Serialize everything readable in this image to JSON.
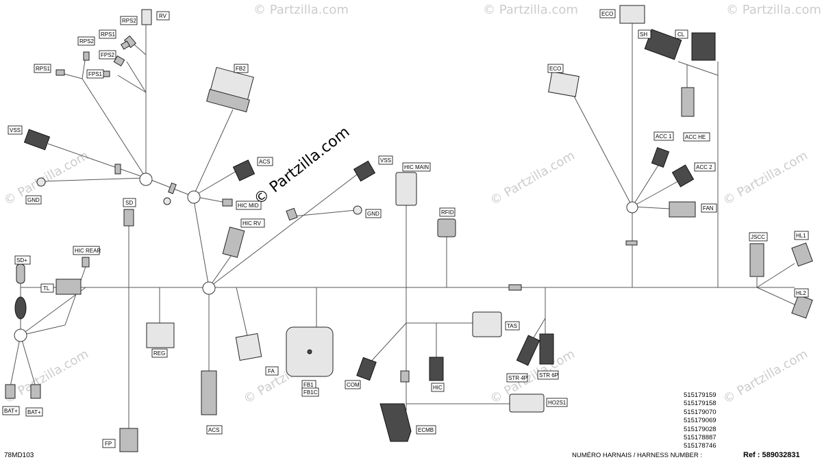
{
  "watermark": {
    "main": "© Partzilla.com",
    "repeat": "© Partzilla.com"
  },
  "labels": {
    "rv": "RV",
    "rps2_top": "RPS2",
    "rps1_top": "RPS1",
    "rps2_left": "RPS2",
    "fps2": "FPS2",
    "rps1_left": "RPS1",
    "fps1": "FPS1",
    "fb2": "FB2",
    "vss_left": "VSS",
    "acs_top": "ACS",
    "gnd_left": "GND",
    "hic_mid": "HIC MID",
    "sd": "SD",
    "hic_rv": "HIC RV",
    "vss_mid": "VSS",
    "gnd_mid": "GND",
    "hic_main": "HIC MAIN",
    "rfid": "RFID",
    "eco_top": "ECO",
    "sh": "SH",
    "cl": "CL",
    "eco_mid": "ECO",
    "acc1": "ACC 1",
    "acc_he": "ACC HE",
    "acc2": "ACC 2",
    "fan": "FAN",
    "jscc": "JSCC",
    "hl1": "HL1",
    "hl2": "HL2",
    "sd_plus": "SD+",
    "hic_rear": "HIC REAR",
    "tl": "TL",
    "reg": "REG",
    "fa": "FA",
    "fb1": "FB1",
    "fb1c": "FB1C",
    "com": "COM",
    "hic_low": "HIC",
    "tas": "TAS",
    "str4p": "STR 4P",
    "str6p": "STR 6P",
    "ho2s1": "HO2S1",
    "ecmb": "ECMB",
    "acs_low": "ACS",
    "bat_plus_1": "BAT+",
    "bat_plus_2": "BAT+",
    "fp": "FP"
  },
  "harness_numbers": [
    "515179159",
    "515179158",
    "515179070",
    "515179069",
    "515179028",
    "515178887",
    "515178746"
  ],
  "footer": {
    "drawing_id": "78MD103",
    "harness_caption": "NUMÉRO HARNAIS / HARNESS NUMBER :",
    "ref": "Ref : 589032831"
  }
}
